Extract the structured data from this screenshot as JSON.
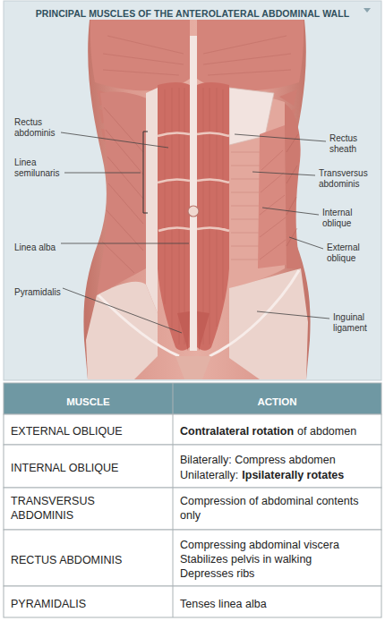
{
  "diagram": {
    "title": "PRINCIPAL MUSCLES OF THE ANTEROLATERAL ABDOMINAL WALL",
    "labels": [
      "Rectus abdominis",
      "Linea semilunaris",
      "Linea alba",
      "Pyramidalis",
      "Rectus sheath",
      "Transversus abdominis",
      "Internal oblique",
      "External oblique",
      "Inguinal ligament",
      "MUSCLE",
      "ACTION",
      "EXTERNAL OBLIQUE",
      "Contralateral rotation",
      "of abdomen",
      "INTERNAL OBLIQUE",
      "Bilaterally: Compress abdomen",
      "Unilaterally:",
      "Ipsilaterally rotates",
      "TRANSVERSUS ABDOMINIS",
      "Compression of abdominal contents only",
      "RECTUS ABDOMINIS",
      "Compressing abdominal viscera",
      "Stabilizes pelvis in walking",
      "Depresses ribs",
      "PYRAMIDALIS",
      "Tenses linea alba"
    ]
  }
}
